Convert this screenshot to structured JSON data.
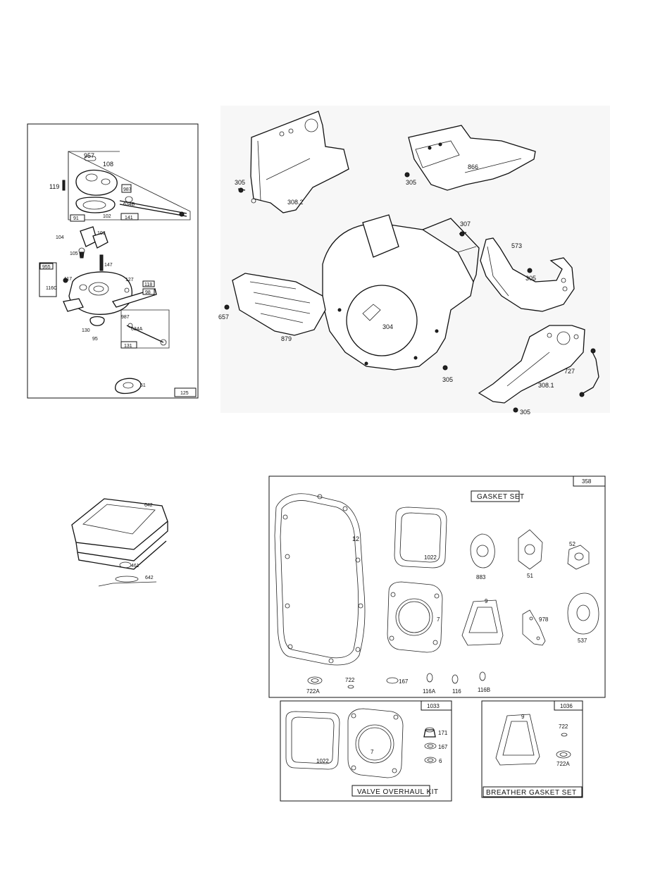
{
  "carburetor_panel": {
    "ref": "125",
    "labels": {
      "l957": "957",
      "l108": "108",
      "l119": "119",
      "l987a": "987",
      "l634b": "634B",
      "l91": "91",
      "l102": "102",
      "l141": "141",
      "l104": "104",
      "l103": "103",
      "l105": "105",
      "l955": "955",
      "l147": "147",
      "l117": "117",
      "l116c": "116C",
      "l127": "127",
      "l118": "118",
      "l98": "98",
      "l130": "130",
      "l987b": "987",
      "l634a": "634A",
      "l95": "95",
      "l131": "131",
      "l51": "51"
    }
  },
  "air_filter": {
    "l642a": "642",
    "l461": "461",
    "l642b": "642"
  },
  "blower_panel": {
    "labels": {
      "l305a": "305",
      "l308_2": "308.2",
      "l866": "866",
      "l305b": "305",
      "l307": "307",
      "l573": "573",
      "l305c": "305",
      "l657": "657",
      "l879": "879",
      "l304": "304",
      "l305d": "305",
      "l727": "727",
      "l308_1": "308.1",
      "l305e": "305"
    }
  },
  "gasket_set": {
    "ref": "358",
    "title": "GASKET SET",
    "labels": {
      "l12": "12",
      "l1022": "1022",
      "l883": "883",
      "l51": "51",
      "l52": "52",
      "l7": "7",
      "l9": "9",
      "l978": "978",
      "l537": "537",
      "l722a": "722A",
      "l722": "722",
      "l167": "167",
      "l116a": "116A",
      "l116": "116",
      "l116b": "116B"
    }
  },
  "valve_kit": {
    "ref": "1033",
    "title": "VALVE OVERHAUL KIT",
    "labels": {
      "l1022": "1022",
      "l7": "7",
      "l171": "171",
      "l167": "167",
      "l6": "6"
    }
  },
  "breather_set": {
    "ref": "1036",
    "title": "BREATHER GASKET SET",
    "labels": {
      "l9": "9",
      "l722": "722",
      "l722a": "722A"
    }
  }
}
